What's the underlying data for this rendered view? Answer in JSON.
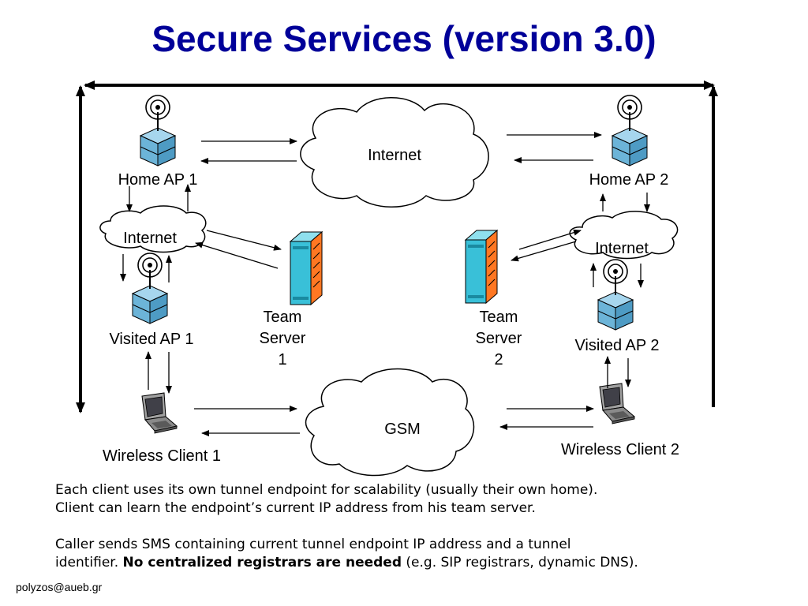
{
  "title": "Secure Services (version 3.0)",
  "nodes": {
    "home_ap_1": "Home AP 1",
    "home_ap_2": "Home AP 2",
    "internet_top": "Internet",
    "internet_left": "Internet",
    "internet_right": "Internet",
    "visited_ap_1": "Visited AP 1",
    "visited_ap_2": "Visited AP 2",
    "team_server_1": [
      "Team",
      "Server",
      "1"
    ],
    "team_server_2": [
      "Team",
      "Server",
      "2"
    ],
    "gsm": "GSM",
    "wireless_client_1": "Wireless Client 1",
    "wireless_client_2": "Wireless Client 2"
  },
  "notes": {
    "para1_line1": "Each client uses its own tunnel endpoint for scalability (usually their own home).",
    "para1_line2": "Client can learn the endpoint’s current IP address from his team server.",
    "para2_line1": "Caller sends SMS containing current tunnel endpoint IP address and a tunnel",
    "para2_line2_start": "identifier. ",
    "para2_line2_bold": "No centralized registrars are needed",
    "para2_line2_end": " (e.g. SIP registrars, dynamic DNS)."
  },
  "footer": "polyzos@aueb.gr",
  "colors": {
    "title": "#000099",
    "ap_box": "#6cb4d8",
    "server_front": "#39c0d8",
    "server_panel": "#ff7722"
  },
  "icons": {
    "access_point": "antenna-tower-icon",
    "server": "server-rack-icon",
    "laptop": "laptop-icon",
    "cloud": "cloud-icon"
  }
}
